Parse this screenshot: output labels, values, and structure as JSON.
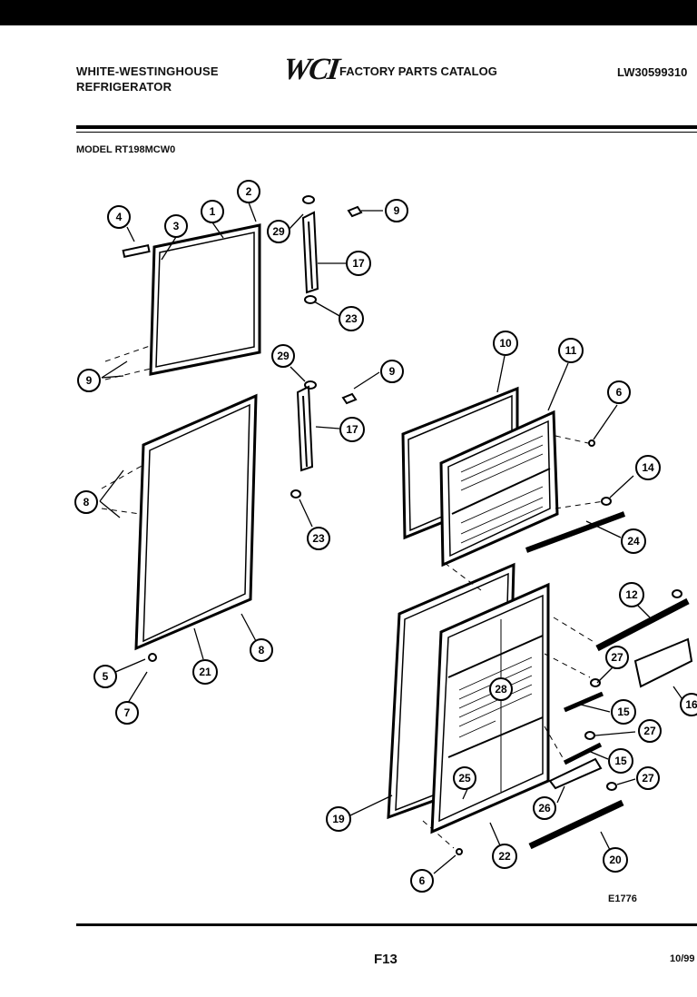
{
  "header": {
    "brand_line1": "WHITE-WESTINGHOUSE",
    "brand_line2": "REFRIGERATOR",
    "logo_text": "WCI",
    "catalog_title": "FACTORY PARTS CATALOG",
    "document_number": "LW30599310",
    "model_label": "MODEL RT198MCW0"
  },
  "figure_code": "E1776",
  "footer": {
    "page_number": "F13",
    "date": "10/99"
  },
  "callouts": [
    "1",
    "2",
    "3",
    "4",
    "5",
    "6",
    "7",
    "8",
    "9",
    "10",
    "11",
    "12",
    "14",
    "15",
    "16",
    "17",
    "19",
    "20",
    "21",
    "22",
    "23",
    "24",
    "25",
    "26",
    "27",
    "28",
    "29"
  ]
}
